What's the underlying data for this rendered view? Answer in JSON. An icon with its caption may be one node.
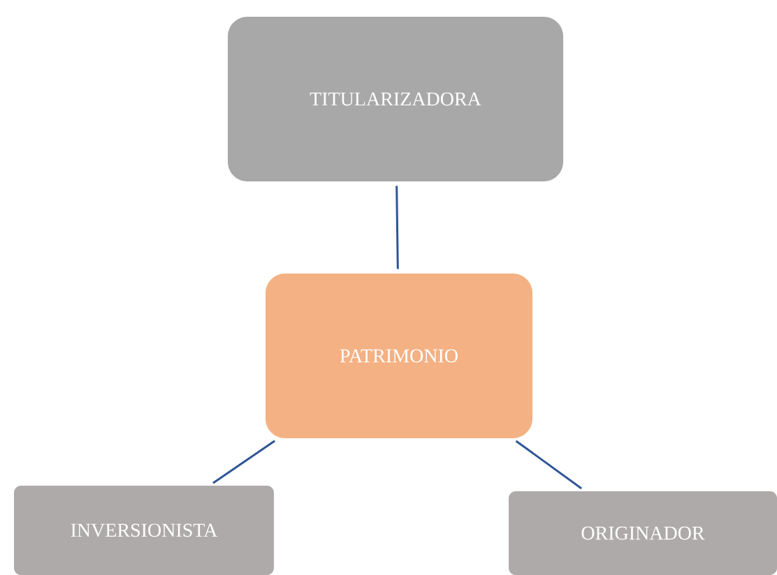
{
  "diagram": {
    "nodes": [
      {
        "text": [
          "TITULARIZADORA"
        ]
      },
      {
        "text": [
          "PATRIMONIO"
        ]
      },
      {
        "text": [
          "INVERSIONISTA"
        ]
      },
      {
        "text": [
          "ORIGINADOR"
        ]
      }
    ],
    "edges": [
      {
        "from": 0,
        "to": 1,
        "arrow": "none"
      },
      {
        "from": 1,
        "to": 2,
        "arrow": "none"
      },
      {
        "from": 1,
        "to": 3,
        "arrow": "none"
      }
    ]
  }
}
